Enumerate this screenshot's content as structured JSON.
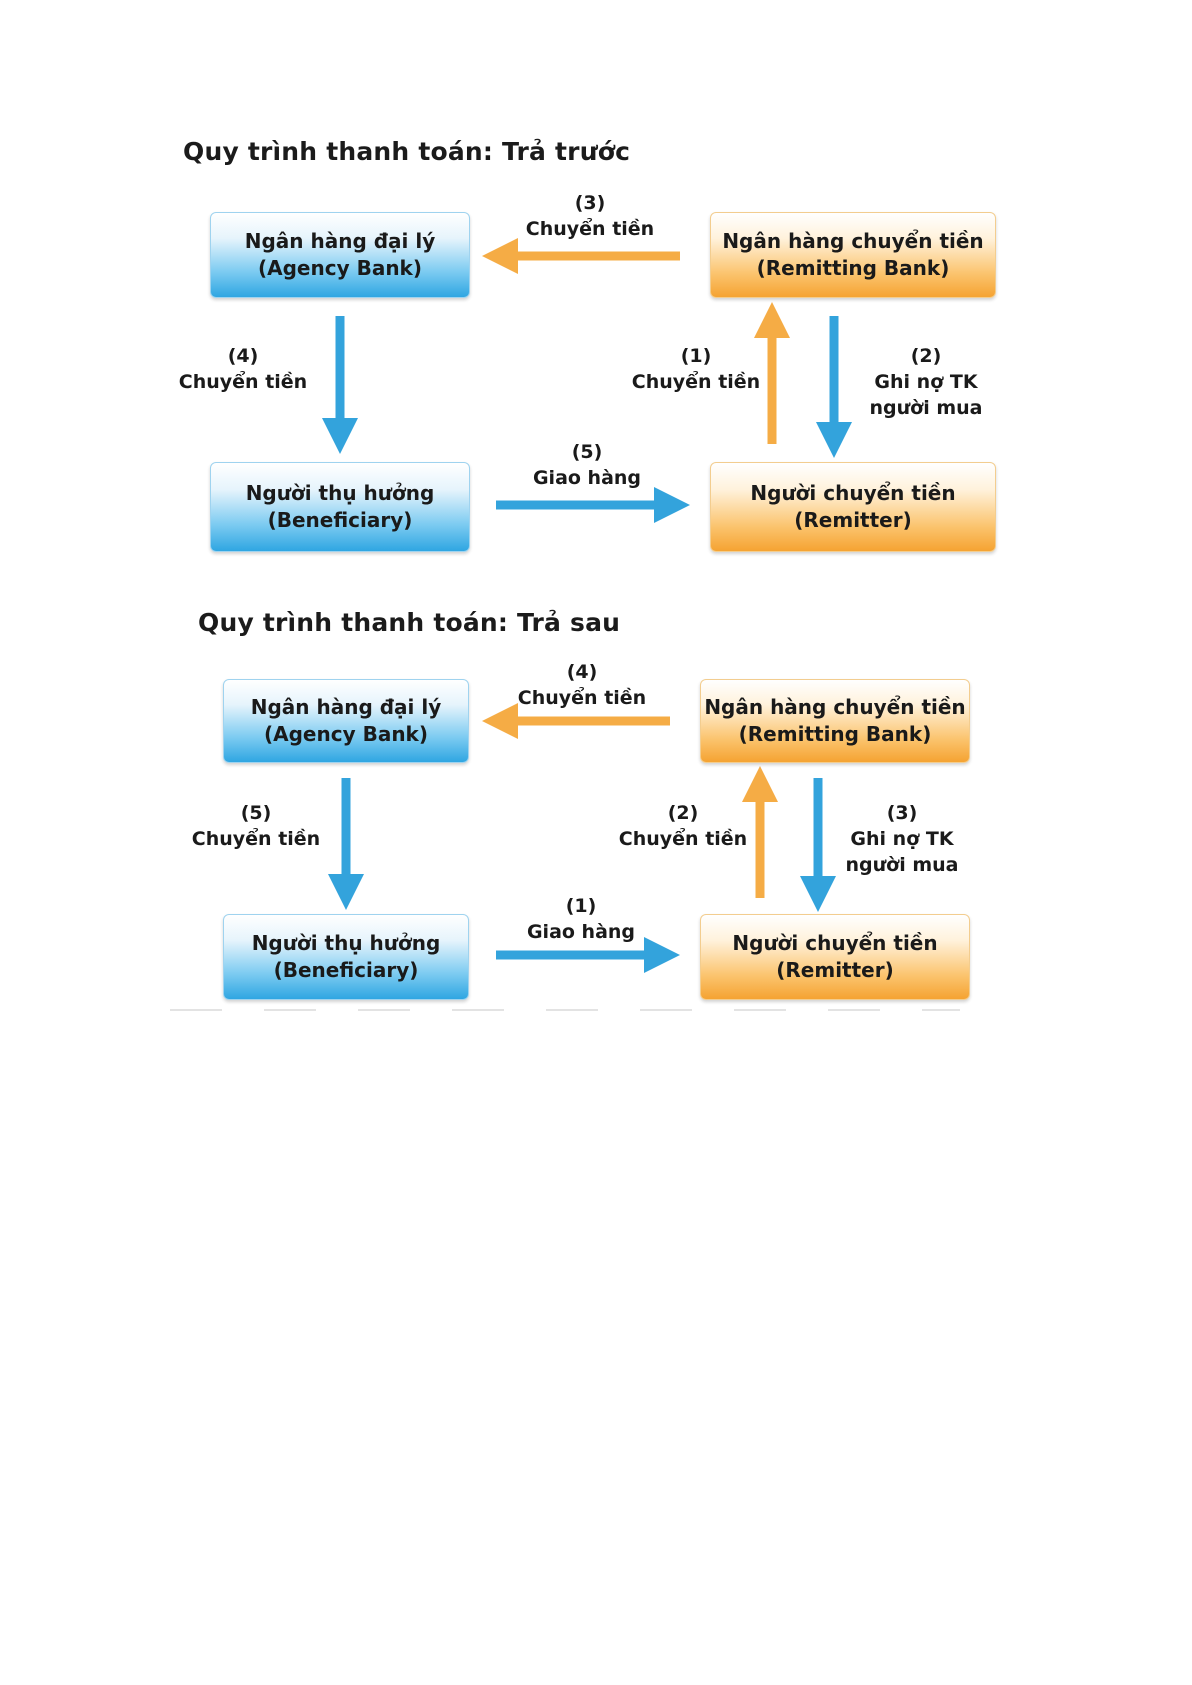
{
  "colors": {
    "blue_arrow": "#33a3dc",
    "orange_arrow": "#f5ac45",
    "blue_box": "#2fa6e2",
    "orange_box": "#f5a332"
  },
  "diagram_prepaid": {
    "title": "Quy trình thanh toán: Trả trước",
    "nodes": {
      "agency_bank": {
        "line1": "Ngân hàng đại lý",
        "line2": "(Agency Bank)"
      },
      "remitting_bank": {
        "line1": "Ngân hàng chuyển tiền",
        "line2": "(Remitting Bank)"
      },
      "beneficiary": {
        "line1": "Người thụ hưởng",
        "line2": "(Beneficiary)"
      },
      "remitter": {
        "line1": "Người chuyển tiền",
        "line2": "(Remitter)"
      }
    },
    "edges": {
      "step1": {
        "num": "(1)",
        "text": "Chuyển tiền"
      },
      "step2": {
        "num": "(2)",
        "text": "Ghi nợ TK",
        "text2": "người mua"
      },
      "step3": {
        "num": "(3)",
        "text": "Chuyển tiền"
      },
      "step4": {
        "num": "(4)",
        "text": "Chuyển tiền"
      },
      "step5": {
        "num": "(5)",
        "text": "Giao hàng"
      }
    }
  },
  "diagram_postpaid": {
    "title": "Quy trình thanh toán: Trả sau",
    "nodes": {
      "agency_bank": {
        "line1": "Ngân hàng đại lý",
        "line2": "(Agency Bank)"
      },
      "remitting_bank": {
        "line1": "Ngân hàng chuyển tiền",
        "line2": "(Remitting Bank)"
      },
      "beneficiary": {
        "line1": "Người thụ hưởng",
        "line2": "(Beneficiary)"
      },
      "remitter": {
        "line1": "Người chuyển tiền",
        "line2": "(Remitter)"
      }
    },
    "edges": {
      "step1": {
        "num": "(1)",
        "text": "Giao hàng"
      },
      "step2": {
        "num": "(2)",
        "text": "Chuyển tiền"
      },
      "step3": {
        "num": "(3)",
        "text": "Ghi nợ TK",
        "text2": "người mua"
      },
      "step4": {
        "num": "(4)",
        "text": "Chuyển tiền"
      },
      "step5": {
        "num": "(5)",
        "text": "Chuyển tiền"
      }
    }
  }
}
